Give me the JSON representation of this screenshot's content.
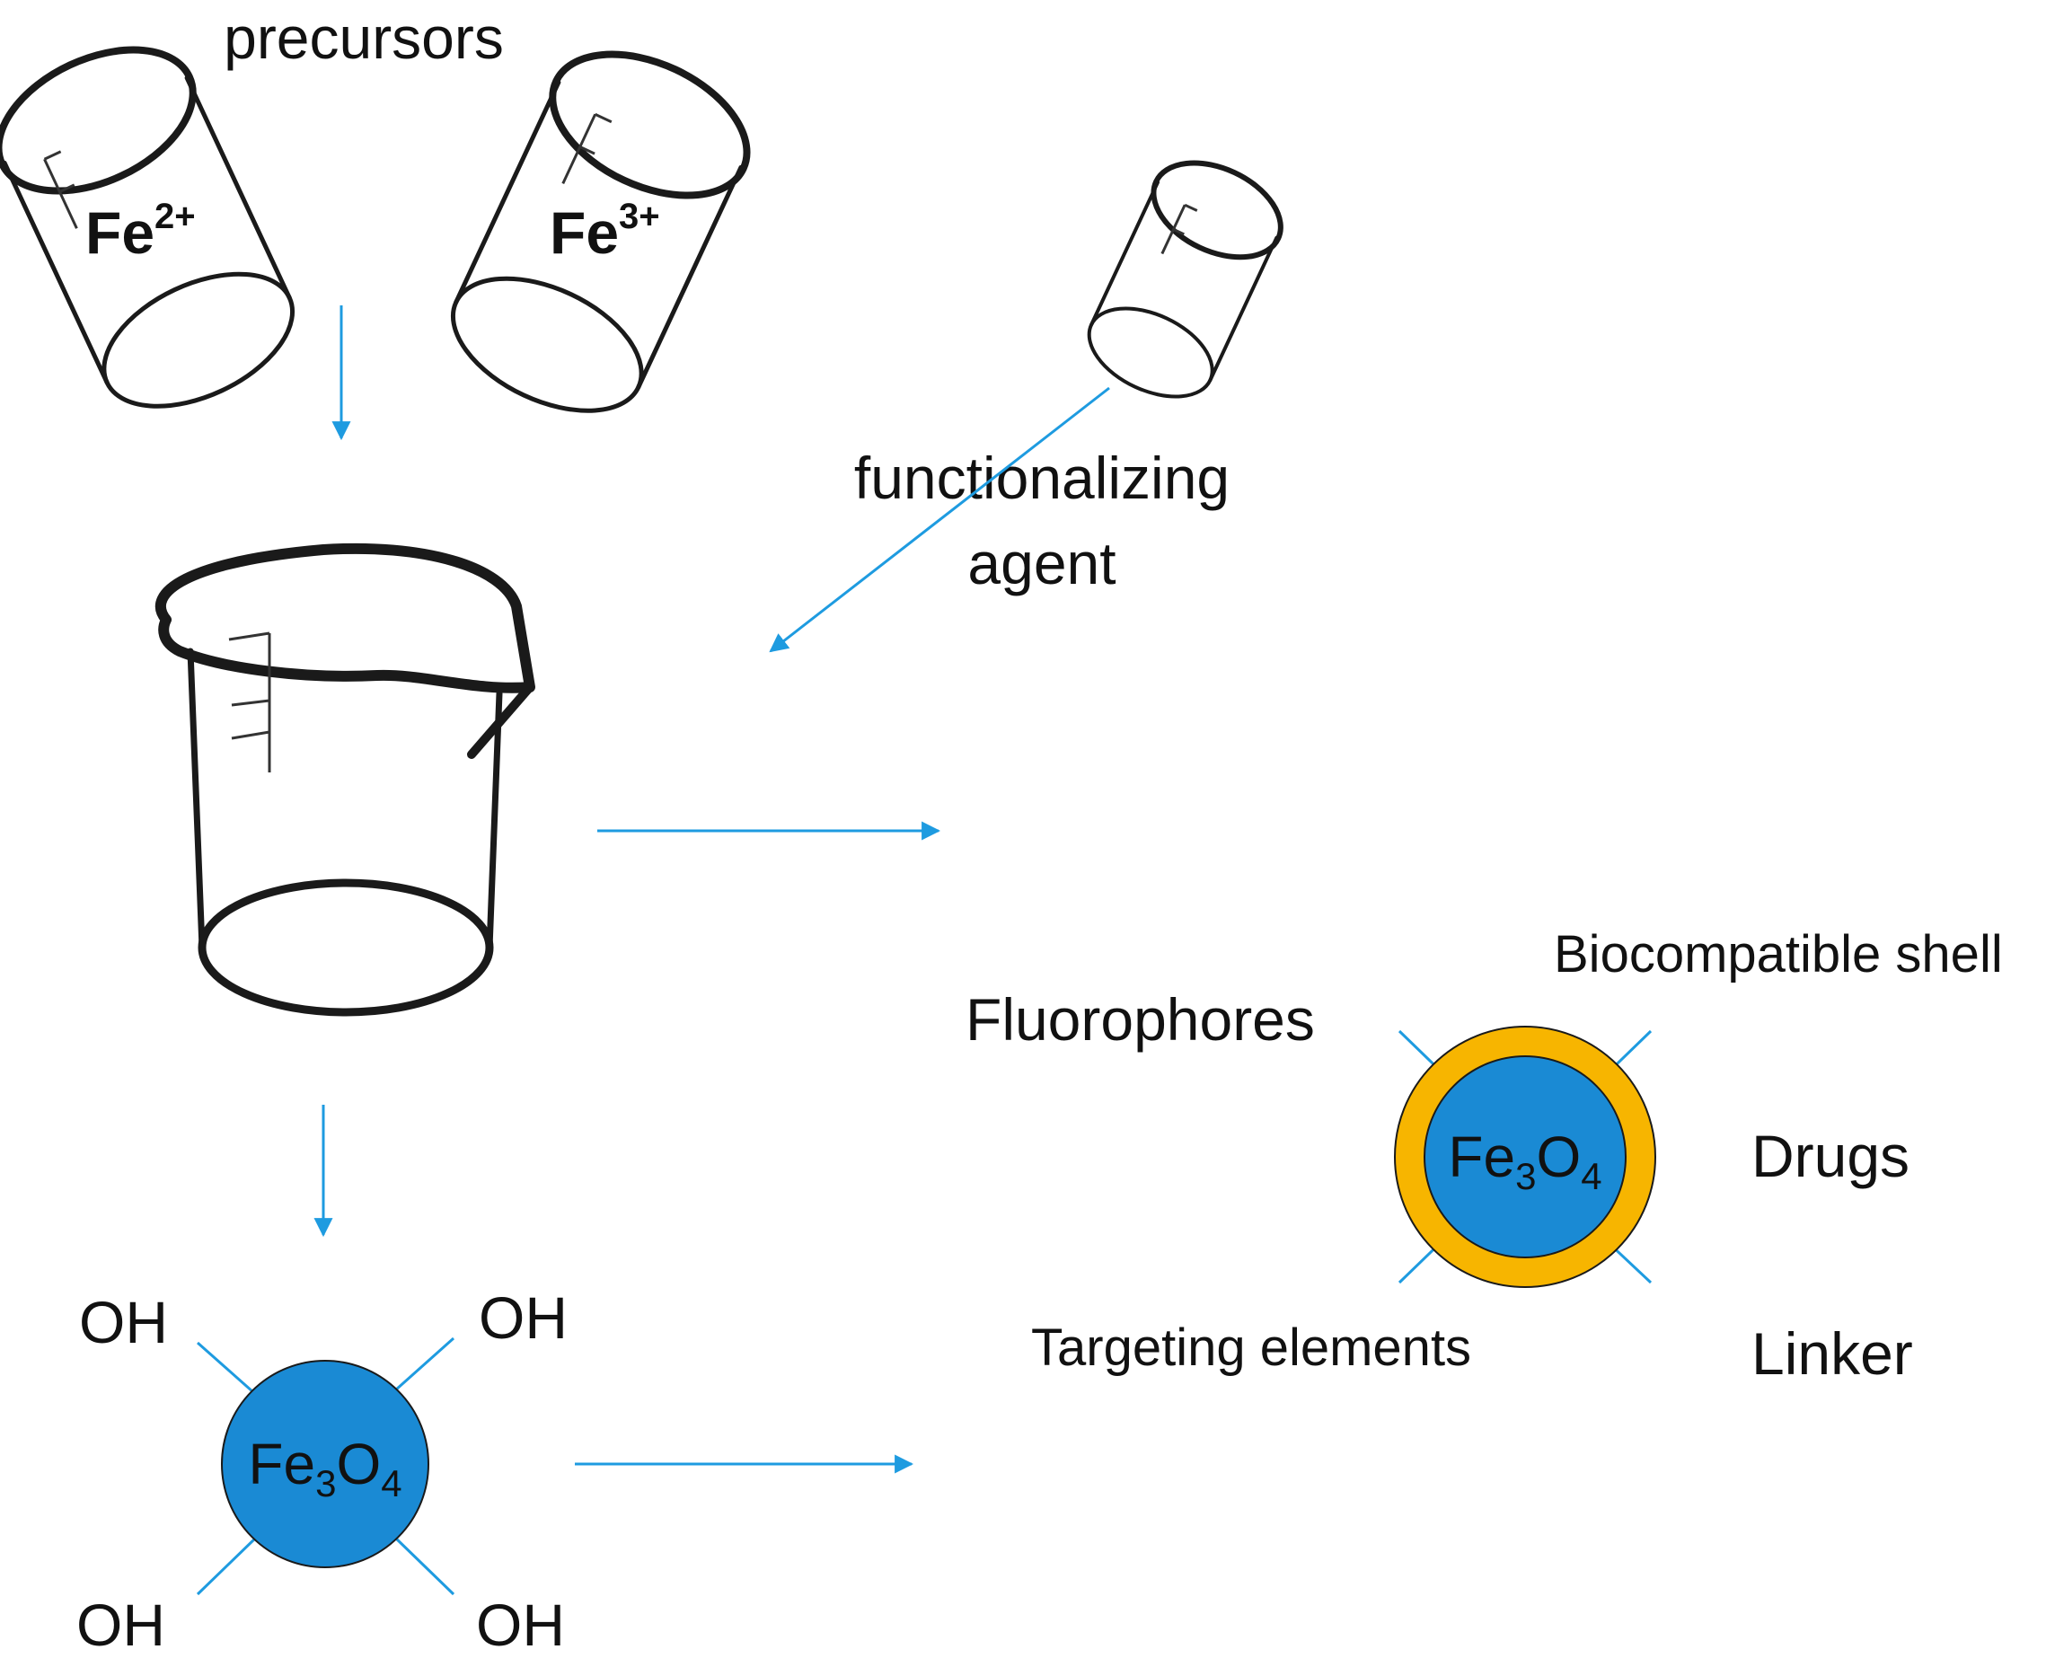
{
  "labels": {
    "precursors": "precursors",
    "fe2_base": "Fe",
    "fe2_charge": "2+",
    "fe3_base": "Fe",
    "fe3_charge": "3+",
    "functionalizing_line1": "functionalizing",
    "functionalizing_line2": "agent",
    "oh": "OH",
    "core_fe": "Fe",
    "core_sub3": "3",
    "core_o": "O",
    "core_sub4": "4",
    "fluorophores": "Fluorophores",
    "biocompatible_shell": "Biocompatible shell",
    "drugs": "Drugs",
    "targeting_elements": "Targeting elements",
    "linker": "Linker"
  },
  "colors": {
    "arrow": "#1e9be0",
    "core": "#1a8ad4",
    "shell": "#f7b500",
    "outline": "#1a1a1a"
  }
}
